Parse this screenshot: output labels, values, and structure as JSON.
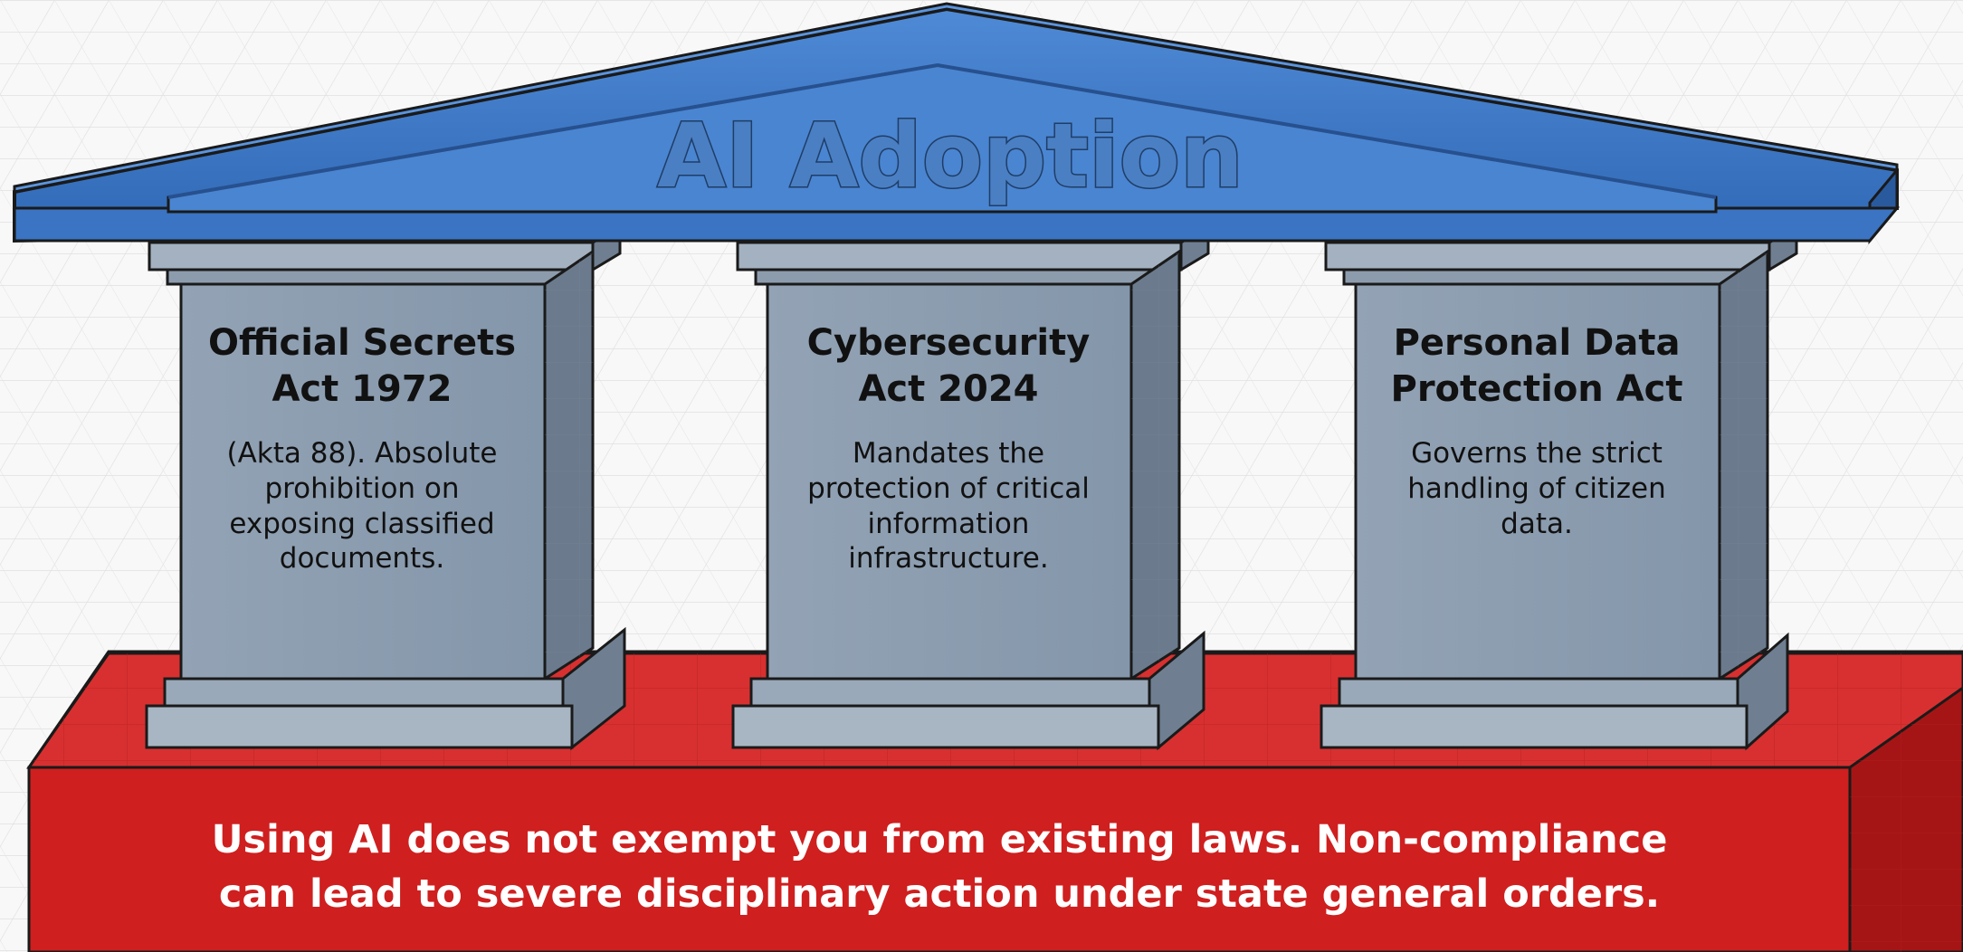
{
  "roof": {
    "title": "AI Adoption"
  },
  "pillars": [
    {
      "title_lines": [
        "Official Secrets",
        "Act 1972"
      ],
      "desc_lines": [
        "(Akta 88). Absolute",
        "prohibition on",
        "exposing classified",
        "documents."
      ]
    },
    {
      "title_lines": [
        "Cybersecurity",
        "Act 2024"
      ],
      "desc_lines": [
        "Mandates the",
        "protection of critical",
        "information",
        "infrastructure."
      ]
    },
    {
      "title_lines": [
        "Personal Data",
        "Protection Act"
      ],
      "desc_lines": [
        "Governs the strict",
        "handling of citizen",
        "data."
      ]
    }
  ],
  "foundation": {
    "lines": [
      "Using AI does not exempt you from existing laws. Non-compliance",
      "can lead to severe disciplinary action under state general orders."
    ]
  },
  "colors": {
    "roof": "#3a78c9",
    "pillar": "#8a9bad",
    "foundation": "#d62a2a"
  }
}
